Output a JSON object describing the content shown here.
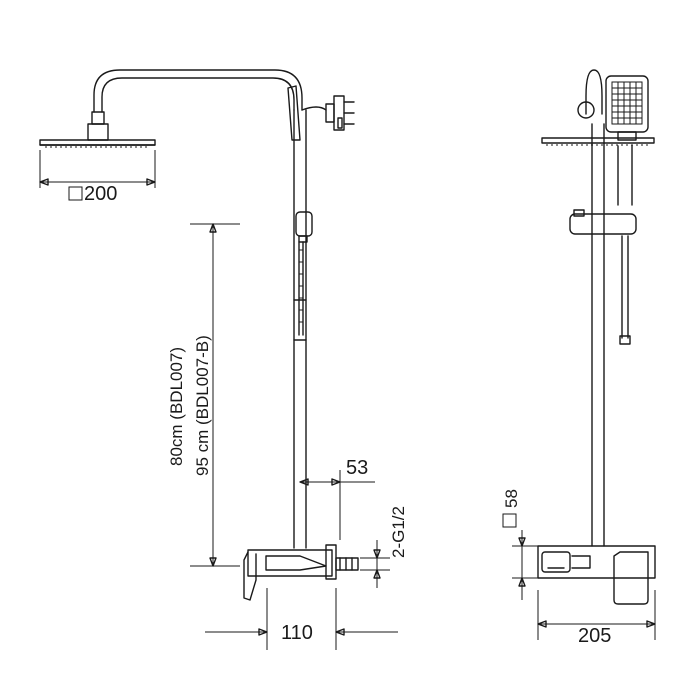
{
  "drawing": {
    "front_view": {
      "head_size_label": "□200",
      "height_label_1": "80cm (BDL007)",
      "height_label_2": "95 cm (BDL007-B)",
      "offset_label": "53",
      "thread_label": "2-G1/2",
      "depth_label": "110"
    },
    "side_view": {
      "square_label": "□58",
      "width_label": "205"
    },
    "line_color": "#1a1a1a"
  }
}
